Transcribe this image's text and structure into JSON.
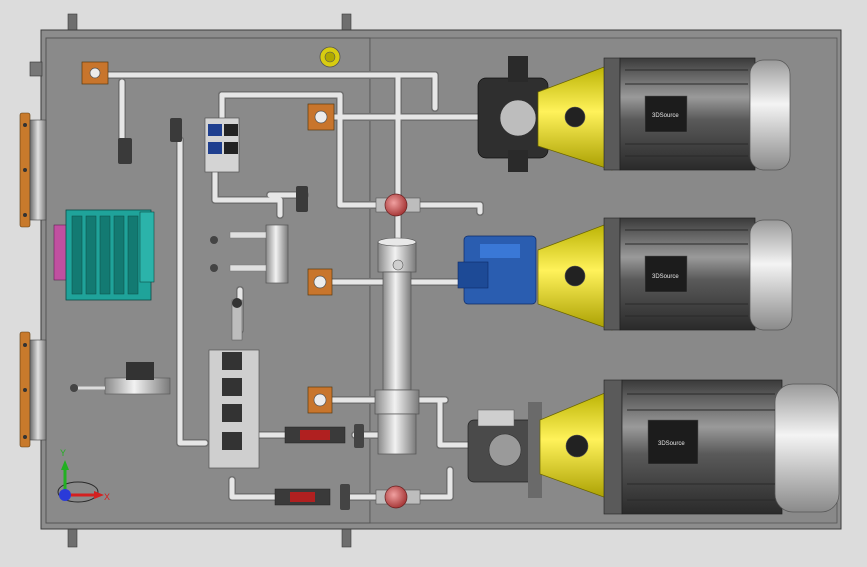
{
  "motors": [
    {
      "label": "3DSource"
    },
    {
      "label": "3DSource"
    },
    {
      "label": "3DSource"
    }
  ],
  "axes": {
    "x_label": "X",
    "y_label": "Y"
  },
  "colors": {
    "background": "#dcdcdc",
    "plate": "#8a8a8a",
    "pipe": "#d8d8d8",
    "motor_yellow": "#e9e000",
    "pump_blue": "#2a5db0",
    "manifold_teal": "#1fa39a",
    "flange_orange": "#c8752c",
    "accumulator_red": "#c45a5a",
    "axis_x": "#d42020",
    "axis_y": "#22b022",
    "axis_z": "#2a3ad8"
  }
}
